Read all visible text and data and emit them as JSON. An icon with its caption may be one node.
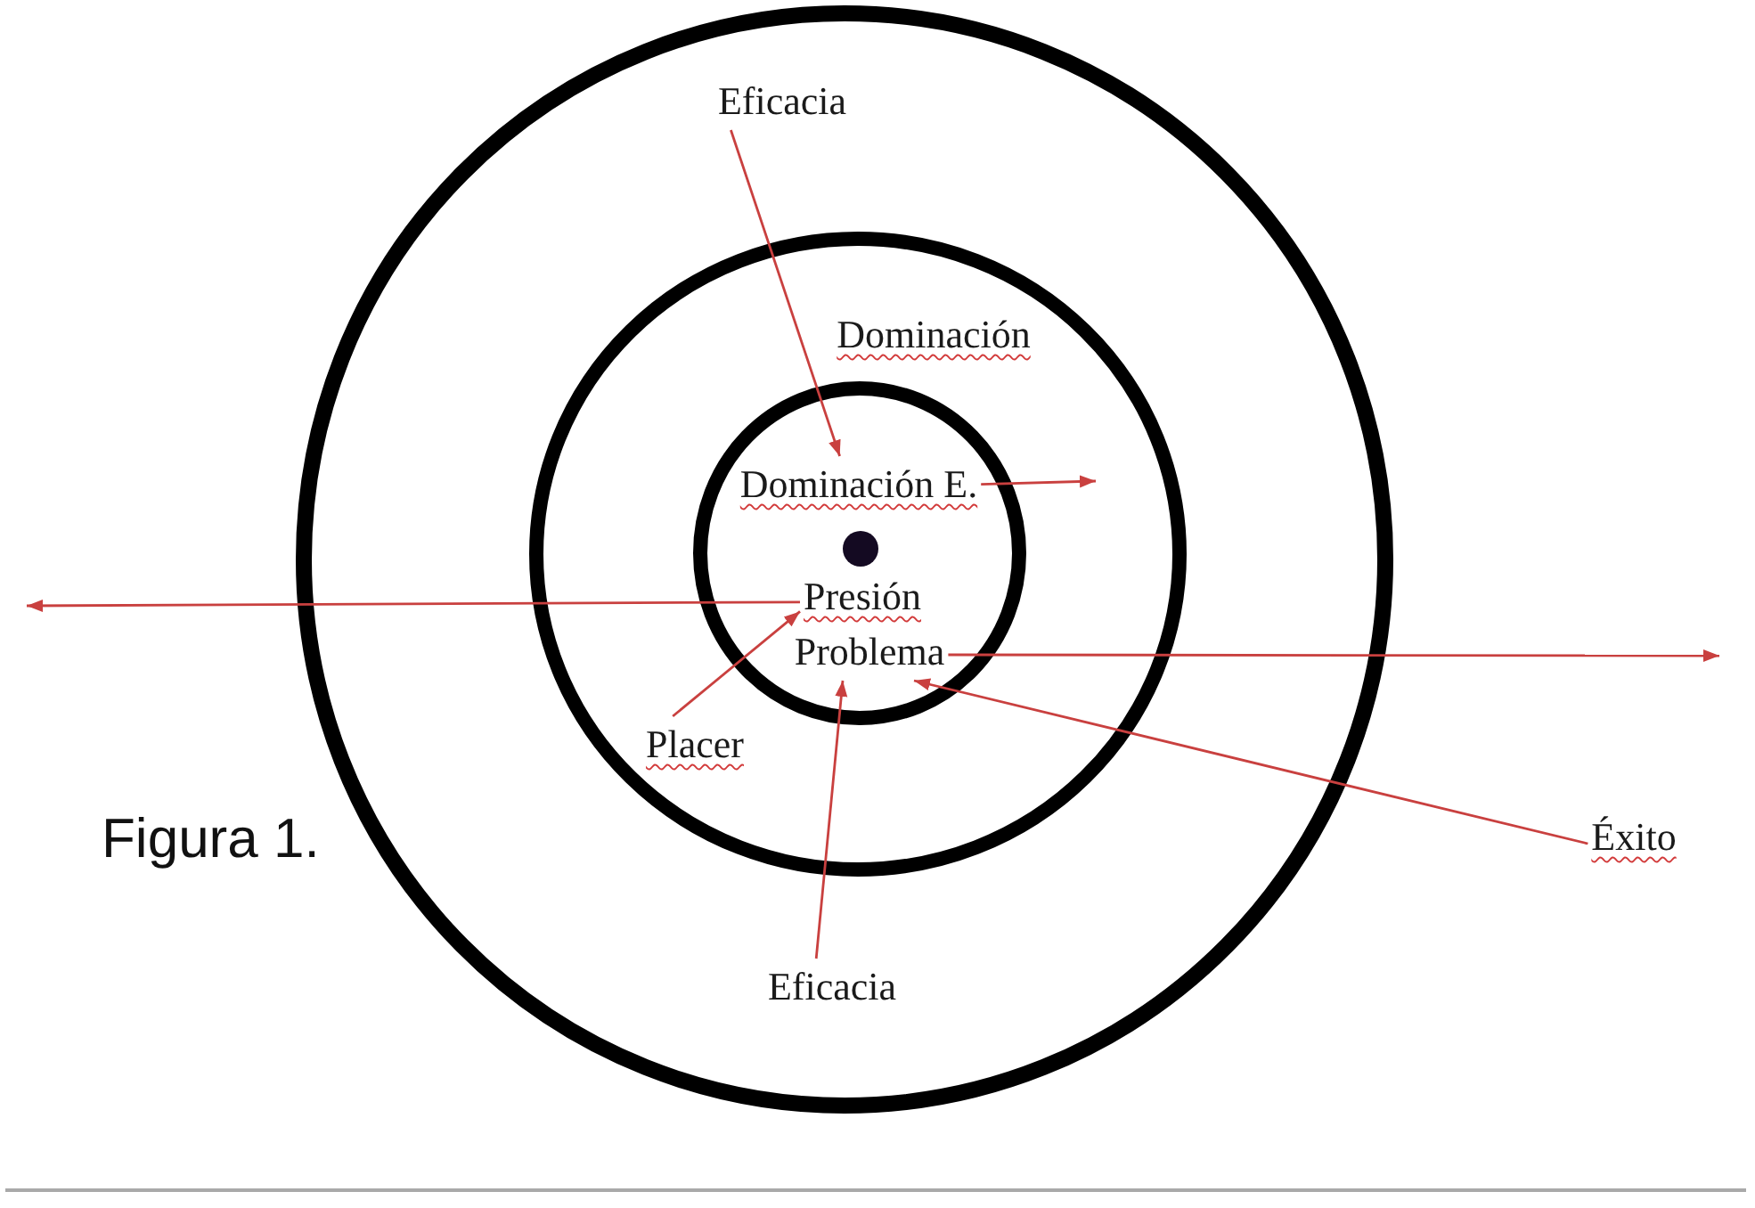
{
  "diagram": {
    "caption": "Figura 1.",
    "nodes": [
      {
        "text": [],
        "shape": "circle"
      },
      {
        "text": [
          "Eficacia"
        ],
        "in": 0
      },
      {
        "text": [
          "Dominación"
        ],
        "in": 0
      },
      {
        "text": [],
        "shape": "circle",
        "in": 2
      },
      {
        "text": [
          "Dominación E."
        ],
        "in": 3
      },
      {
        "text": [],
        "shape": "circle",
        "in": 3
      },
      {
        "text": [
          "Presión"
        ],
        "in": 3
      },
      {
        "text": [
          "Problema"
        ],
        "in": 3
      },
      {
        "text": [
          "Placer"
        ],
        "in": 2
      },
      {
        "text": [
          "Éxito"
        ]
      },
      {
        "text": [
          "Eficacia"
        ],
        "in": 0
      }
    ],
    "edges": [
      {
        "from": 1,
        "to": 4,
        "arrow": "to"
      },
      {
        "from": 4,
        "to": null,
        "arrow": "to"
      },
      {
        "from": 6,
        "to": null,
        "arrow": "to"
      },
      {
        "from": 7,
        "to": null,
        "arrow": "to"
      },
      {
        "from": 8,
        "to": 6,
        "arrow": "to"
      },
      {
        "from": 10,
        "to": 7,
        "arrow": "to"
      },
      {
        "from": 9,
        "to": 7,
        "arrow": "to"
      }
    ]
  }
}
